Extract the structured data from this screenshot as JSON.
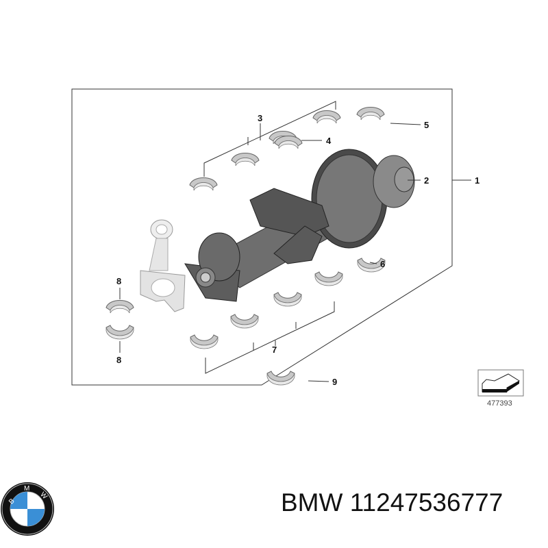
{
  "diagram": {
    "callouts": [
      "1",
      "2",
      "3",
      "4",
      "5",
      "6",
      "7",
      "8",
      "8",
      "9"
    ],
    "reference_number": "477393"
  },
  "footer": {
    "logo_text": "BMW",
    "part_number": "BMW 11247536777"
  },
  "colors": {
    "logo_blue": "#3a8fd6",
    "logo_ring": "#111111"
  }
}
